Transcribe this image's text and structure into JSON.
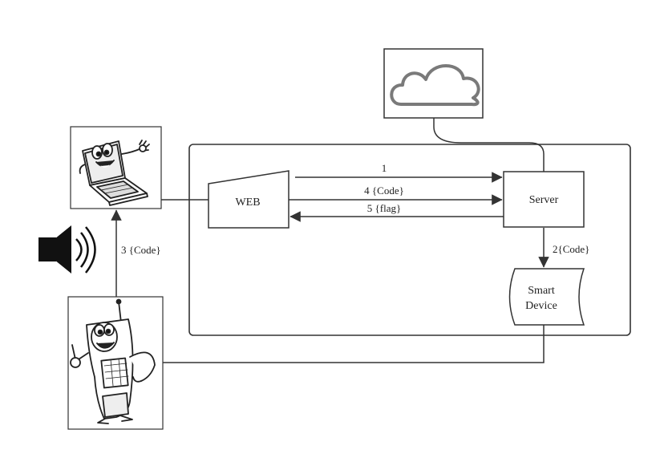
{
  "diagram": {
    "nodes": {
      "web": {
        "label": "WEB"
      },
      "server": {
        "label": "Server"
      },
      "smart_device": {
        "label_line1": "Smart",
        "label_line2": "Device"
      }
    },
    "icons": {
      "cloud": "cloud-icon",
      "laptop": "cartoon-laptop-icon",
      "phone": "cartoon-phone-icon",
      "speaker": "speaker-icon"
    },
    "arrows": {
      "step1": "1",
      "step2": "2{Code}",
      "step3": "3 {Code}",
      "step4": "4 {Code}",
      "step5": "5 {flag}"
    },
    "colors": {
      "stroke": "#333333",
      "cloud": "#7a7a7a",
      "fill": "#ffffff"
    }
  }
}
